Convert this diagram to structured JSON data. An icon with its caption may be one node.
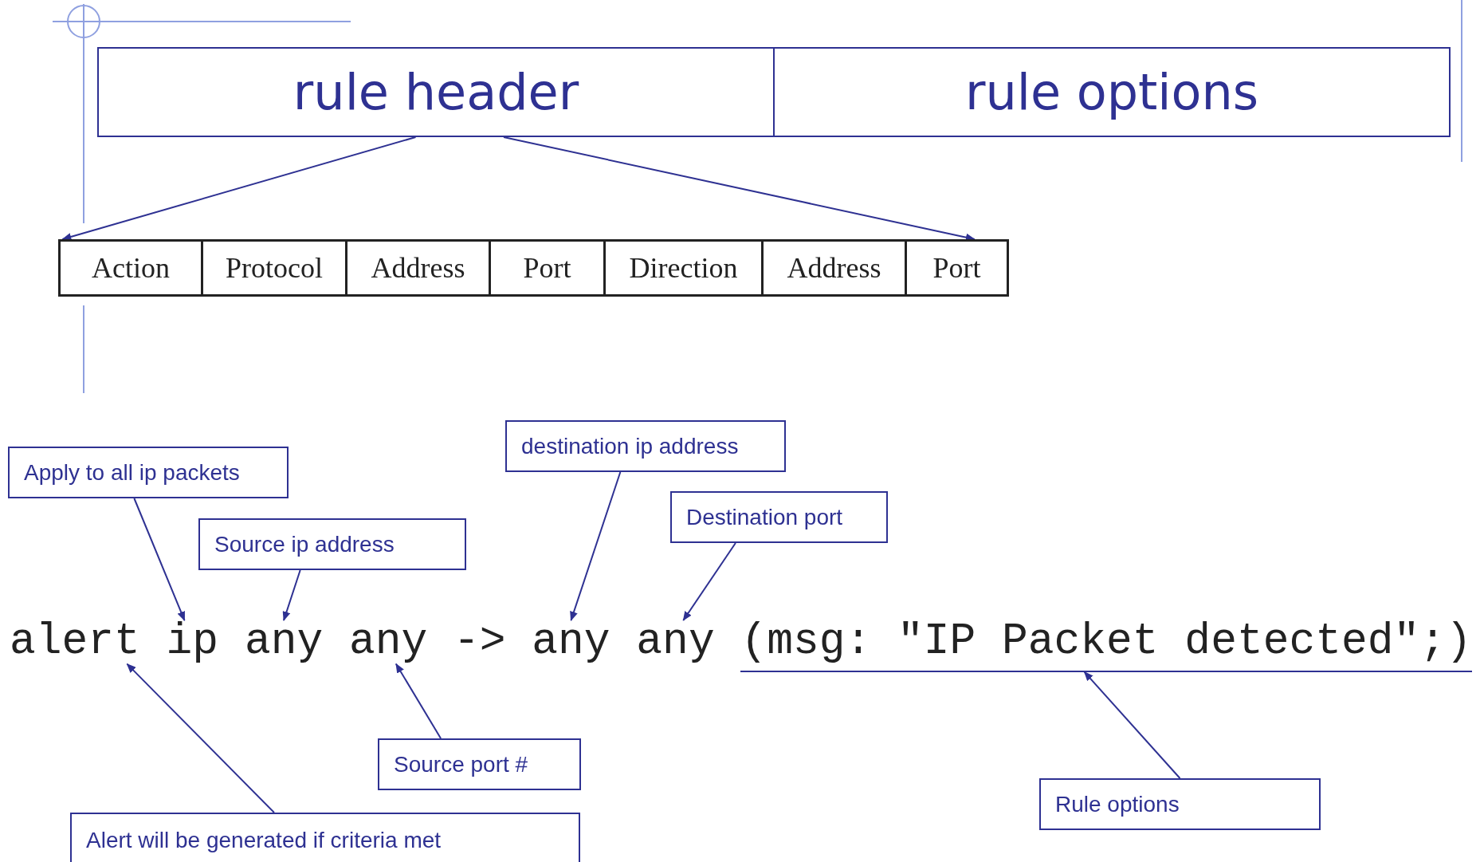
{
  "diagram": {
    "nodes": [
      {
        "text": [
          "rule header"
        ]
      },
      {
        "text": [
          "rule options"
        ]
      },
      {
        "text": [
          "Action"
        ]
      },
      {
        "text": [
          "Protocol"
        ]
      },
      {
        "text": [
          "Address"
        ]
      },
      {
        "text": [
          "Port"
        ]
      },
      {
        "text": [
          "Direction"
        ]
      },
      {
        "text": [
          "Address"
        ]
      },
      {
        "text": [
          "Port"
        ]
      },
      {
        "text": [
          "Apply to all ip packets"
        ]
      },
      {
        "text": [
          "destination ip address"
        ]
      },
      {
        "text": [
          "Source ip address"
        ]
      },
      {
        "text": [
          "Destination port"
        ]
      },
      {
        "text": [
          "alert"
        ]
      },
      {
        "text": [
          "ip"
        ]
      },
      {
        "text": [
          "any"
        ]
      },
      {
        "text": [
          "any"
        ]
      },
      {
        "text": [
          "any"
        ]
      },
      {
        "text": [
          "any"
        ]
      },
      {
        "text": [
          "(msg: \"IP Packet detected\";)"
        ]
      },
      {
        "text": [
          "Source port #"
        ]
      },
      {
        "text": [
          "Rule options"
        ]
      },
      {
        "text": [
          "Alert will be generated if criteria met"
        ]
      }
    ],
    "edges": [
      {
        "from": 0,
        "to": 2,
        "arrow": "to"
      },
      {
        "from": 0,
        "to": 8,
        "arrow": "to"
      },
      {
        "from": 9,
        "to": 14,
        "arrow": "to"
      },
      {
        "from": 11,
        "to": 15,
        "arrow": "to"
      },
      {
        "from": 10,
        "to": 17,
        "arrow": "to"
      },
      {
        "from": 12,
        "to": 18,
        "arrow": "to"
      },
      {
        "from": 20,
        "to": 16,
        "arrow": "to"
      },
      {
        "from": 22,
        "to": 13,
        "arrow": "to"
      },
      {
        "from": 21,
        "to": 19,
        "arrow": "to"
      }
    ],
    "labels": [
      "->"
    ]
  }
}
